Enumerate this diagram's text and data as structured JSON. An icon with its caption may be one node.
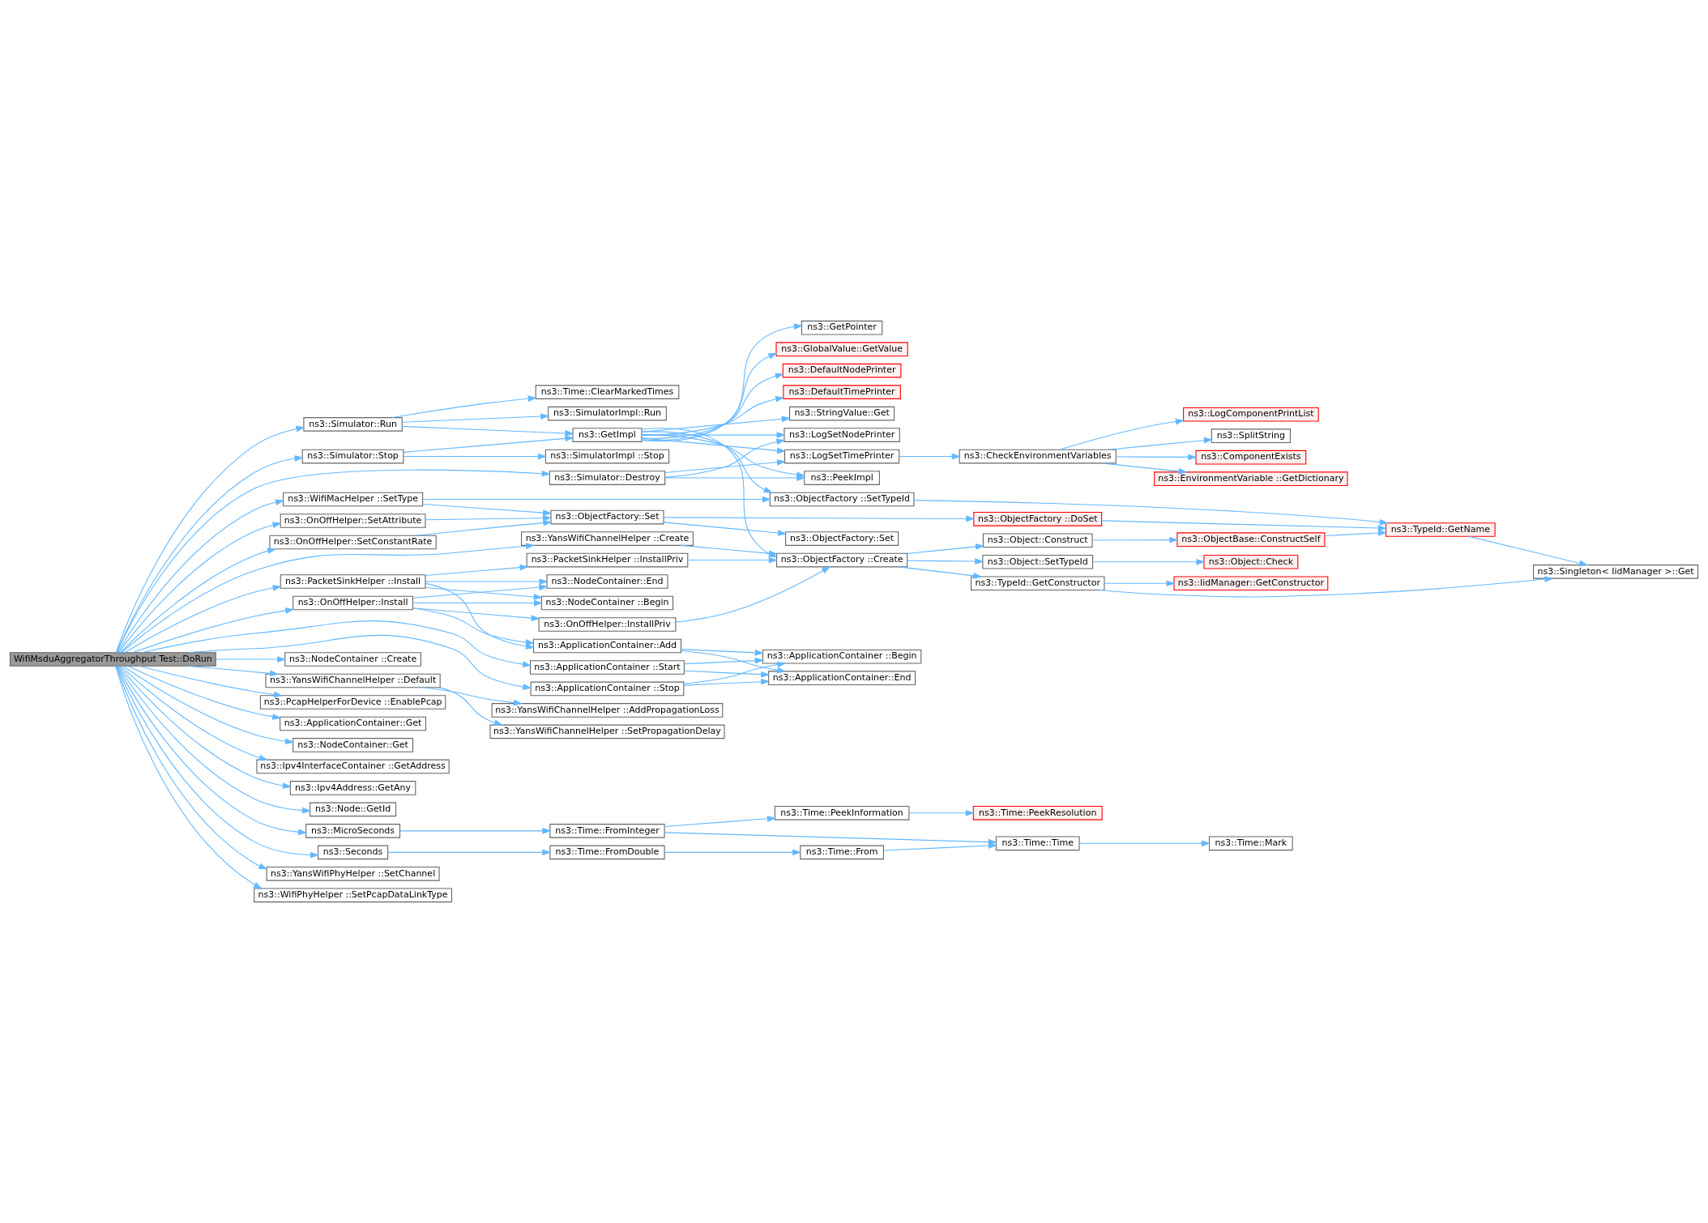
{
  "diagram": {
    "nodes": [
      {
        "text": [
          "WifiMsduAggregatorThroughput Test::DoRun"
        ]
      },
      {
        "text": [
          "ns3::Simulator::Run"
        ]
      },
      {
        "text": [
          "ns3::SimulatorImpl::Run"
        ]
      },
      {
        "text": [
          "ns3::Time::ClearMarkedTimes"
        ]
      },
      {
        "text": [
          "ns3::GetImpl"
        ]
      },
      {
        "text": [
          "ns3::GlobalValue::GetValue"
        ]
      },
      {
        "text": [
          "ns3::DefaultNodePrinter"
        ]
      },
      {
        "text": [
          "ns3::DefaultTimePrinter"
        ]
      },
      {
        "text": [
          "ns3::StringValue::Get"
        ]
      },
      {
        "text": [
          "ns3::GetPointer"
        ]
      },
      {
        "text": [
          "ns3::LogSetNodePrinter"
        ]
      },
      {
        "text": [
          "ns3::LogSetTimePrinter"
        ]
      },
      {
        "text": [
          "ns3::CheckEnvironmentVariables"
        ]
      },
      {
        "text": [
          "ns3::SplitString"
        ]
      },
      {
        "text": [
          "ns3::ComponentExists"
        ]
      },
      {
        "text": [
          "ns3::EnvironmentVariable ::GetDictionary"
        ]
      },
      {
        "text": [
          "ns3::LogComponentPrintList"
        ]
      },
      {
        "text": [
          "ns3::PeekImpl"
        ]
      },
      {
        "text": [
          "ns3::ObjectFactory ::SetTypeId"
        ]
      },
      {
        "text": [
          "ns3::TypeId::GetName"
        ]
      },
      {
        "text": [
          "ns3::Singleton< IidManager >::Get"
        ]
      },
      {
        "text": [
          "ns3::ObjectFactory ::Create"
        ]
      },
      {
        "text": [
          "ns3::Object::Construct"
        ]
      },
      {
        "text": [
          "ns3::ObjectBase::ConstructSelf"
        ]
      },
      {
        "text": [
          "ns3::Object::SetTypeId"
        ]
      },
      {
        "text": [
          "ns3::Object::Check"
        ]
      },
      {
        "text": [
          "ns3::TypeId::GetConstructor"
        ]
      },
      {
        "text": [
          "ns3::IidManager::GetConstructor"
        ]
      },
      {
        "text": [
          "ns3::Simulator::Stop"
        ]
      },
      {
        "text": [
          "ns3::SimulatorImpl ::Stop"
        ]
      },
      {
        "text": [
          "ns3::Simulator::Destroy"
        ]
      },
      {
        "text": [
          "ns3::WifiMacHelper ::SetType"
        ]
      },
      {
        "text": [
          "ns3::ObjectFactory::Set"
        ]
      },
      {
        "text": [
          "ns3::ObjectFactory ::DoSet"
        ]
      },
      {
        "text": [
          "ns3::ObjectFactory::Set"
        ]
      },
      {
        "text": [
          "ns3::OnOffHelper::SetConstantRate"
        ]
      },
      {
        "text": [
          "ns3::OnOffHelper::SetAttribute"
        ]
      },
      {
        "text": [
          "ns3::YansWifiChannelHelper ::Create"
        ]
      },
      {
        "text": [
          "ns3::OnOffHelper::Install"
        ]
      },
      {
        "text": [
          "ns3::OnOffHelper::InstallPriv"
        ]
      },
      {
        "text": [
          "ns3::NodeContainer ::Begin"
        ]
      },
      {
        "text": [
          "ns3::NodeContainer::End"
        ]
      },
      {
        "text": [
          "ns3::ApplicationContainer::Add"
        ]
      },
      {
        "text": [
          "ns3::ApplicationContainer ::Begin"
        ]
      },
      {
        "text": [
          "ns3::ApplicationContainer::End"
        ]
      },
      {
        "text": [
          "ns3::PacketSinkHelper ::Install"
        ]
      },
      {
        "text": [
          "ns3::PacketSinkHelper ::InstallPriv"
        ]
      },
      {
        "text": [
          "ns3::ApplicationContainer ::Stop"
        ]
      },
      {
        "text": [
          "ns3::ApplicationContainer ::Start"
        ]
      },
      {
        "text": [
          "ns3::NodeContainer ::Create"
        ]
      },
      {
        "text": [
          "ns3::YansWifiChannelHelper ::Default"
        ]
      },
      {
        "text": [
          "ns3::YansWifiChannelHelper ::SetPropagationDelay"
        ]
      },
      {
        "text": [
          "ns3::YansWifiChannelHelper ::AddPropagationLoss"
        ]
      },
      {
        "text": [
          "ns3::PcapHelperForDevice ::EnablePcap"
        ]
      },
      {
        "text": [
          "ns3::ApplicationContainer::Get"
        ]
      },
      {
        "text": [
          "ns3::NodeContainer::Get"
        ]
      },
      {
        "text": [
          "ns3::Ipv4InterfaceContainer ::GetAddress"
        ]
      },
      {
        "text": [
          "ns3::Ipv4Address::GetAny"
        ]
      },
      {
        "text": [
          "ns3::Node::GetId"
        ]
      },
      {
        "text": [
          "ns3::Seconds"
        ]
      },
      {
        "text": [
          "ns3::Time::FromDouble"
        ]
      },
      {
        "text": [
          "ns3::Time::From"
        ]
      },
      {
        "text": [
          "ns3::Time::Time"
        ]
      },
      {
        "text": [
          "ns3::Time::Mark"
        ]
      },
      {
        "text": [
          "ns3::MicroSeconds"
        ]
      },
      {
        "text": [
          "ns3::Time::FromInteger"
        ]
      },
      {
        "text": [
          "ns3::Time::PeekInformation"
        ]
      },
      {
        "text": [
          "ns3::Time::PeekResolution"
        ]
      },
      {
        "text": [
          "ns3::YansWifiPhyHelper ::SetChannel"
        ]
      },
      {
        "text": [
          "ns3::WifiPhyHelper ::SetPcapDataLinkType"
        ]
      }
    ],
    "edges": [
      {
        "from": 0,
        "to": 1,
        "arrow": "to"
      },
      {
        "from": 0,
        "to": 28,
        "arrow": "to"
      },
      {
        "from": 0,
        "to": 30,
        "arrow": "to"
      },
      {
        "from": 0,
        "to": 31,
        "arrow": "to"
      },
      {
        "from": 0,
        "to": 35,
        "arrow": "to"
      },
      {
        "from": 0,
        "to": 36,
        "arrow": "to"
      },
      {
        "from": 0,
        "to": 37,
        "arrow": "to"
      },
      {
        "from": 0,
        "to": 38,
        "arrow": "to"
      },
      {
        "from": 0,
        "to": 45,
        "arrow": "to"
      },
      {
        "from": 0,
        "to": 47,
        "arrow": "to"
      },
      {
        "from": 0,
        "to": 48,
        "arrow": "to"
      },
      {
        "from": 0,
        "to": 49,
        "arrow": "to"
      },
      {
        "from": 0,
        "to": 50,
        "arrow": "to"
      },
      {
        "from": 0,
        "to": 53,
        "arrow": "to"
      },
      {
        "from": 0,
        "to": 54,
        "arrow": "to"
      },
      {
        "from": 0,
        "to": 55,
        "arrow": "to"
      },
      {
        "from": 0,
        "to": 56,
        "arrow": "to"
      },
      {
        "from": 0,
        "to": 57,
        "arrow": "to"
      },
      {
        "from": 0,
        "to": 58,
        "arrow": "to"
      },
      {
        "from": 0,
        "to": 59,
        "arrow": "to"
      },
      {
        "from": 0,
        "to": 64,
        "arrow": "to"
      },
      {
        "from": 0,
        "to": 68,
        "arrow": "to"
      },
      {
        "from": 0,
        "to": 69,
        "arrow": "to"
      },
      {
        "from": 1,
        "to": 2,
        "arrow": "to"
      },
      {
        "from": 1,
        "to": 3,
        "arrow": "to"
      },
      {
        "from": 1,
        "to": 4,
        "arrow": "to"
      },
      {
        "from": 4,
        "to": 5,
        "arrow": "to"
      },
      {
        "from": 4,
        "to": 6,
        "arrow": "to"
      },
      {
        "from": 4,
        "to": 7,
        "arrow": "to"
      },
      {
        "from": 4,
        "to": 8,
        "arrow": "to"
      },
      {
        "from": 4,
        "to": 9,
        "arrow": "to"
      },
      {
        "from": 4,
        "to": 10,
        "arrow": "to"
      },
      {
        "from": 4,
        "to": 11,
        "arrow": "to"
      },
      {
        "from": 4,
        "to": 17,
        "arrow": "to"
      },
      {
        "from": 4,
        "to": 18,
        "arrow": "to"
      },
      {
        "from": 4,
        "to": 21,
        "arrow": "to"
      },
      {
        "from": 11,
        "to": 12,
        "arrow": "to"
      },
      {
        "from": 12,
        "to": 13,
        "arrow": "to"
      },
      {
        "from": 12,
        "to": 14,
        "arrow": "to"
      },
      {
        "from": 12,
        "to": 15,
        "arrow": "to"
      },
      {
        "from": 12,
        "to": 16,
        "arrow": "to"
      },
      {
        "from": 18,
        "to": 19,
        "arrow": "to"
      },
      {
        "from": 19,
        "to": 20,
        "arrow": "to"
      },
      {
        "from": 21,
        "to": 22,
        "arrow": "to"
      },
      {
        "from": 21,
        "to": 24,
        "arrow": "to"
      },
      {
        "from": 21,
        "to": 26,
        "arrow": "to"
      },
      {
        "from": 22,
        "to": 23,
        "arrow": "to"
      },
      {
        "from": 23,
        "to": 19,
        "arrow": "to"
      },
      {
        "from": 24,
        "to": 25,
        "arrow": "to"
      },
      {
        "from": 26,
        "to": 27,
        "arrow": "to"
      },
      {
        "from": 26,
        "to": 20,
        "arrow": "to"
      },
      {
        "from": 28,
        "to": 4,
        "arrow": "to"
      },
      {
        "from": 28,
        "to": 29,
        "arrow": "to"
      },
      {
        "from": 30,
        "to": 10,
        "arrow": "to"
      },
      {
        "from": 30,
        "to": 11,
        "arrow": "to"
      },
      {
        "from": 30,
        "to": 17,
        "arrow": "to"
      },
      {
        "from": 31,
        "to": 18,
        "arrow": "to"
      },
      {
        "from": 31,
        "to": 32,
        "arrow": "to"
      },
      {
        "from": 32,
        "to": 33,
        "arrow": "to"
      },
      {
        "from": 32,
        "to": 34,
        "arrow": "to"
      },
      {
        "from": 33,
        "to": 19,
        "arrow": "to"
      },
      {
        "from": 35,
        "to": 32,
        "arrow": "to"
      },
      {
        "from": 36,
        "to": 32,
        "arrow": "to"
      },
      {
        "from": 37,
        "to": 21,
        "arrow": "to"
      },
      {
        "from": 38,
        "to": 39,
        "arrow": "to"
      },
      {
        "from": 38,
        "to": 40,
        "arrow": "to"
      },
      {
        "from": 38,
        "to": 41,
        "arrow": "to"
      },
      {
        "from": 38,
        "to": 42,
        "arrow": "to"
      },
      {
        "from": 39,
        "to": 21,
        "arrow": "to"
      },
      {
        "from": 42,
        "to": 43,
        "arrow": "to"
      },
      {
        "from": 42,
        "to": 44,
        "arrow": "to"
      },
      {
        "from": 45,
        "to": 40,
        "arrow": "to"
      },
      {
        "from": 45,
        "to": 41,
        "arrow": "to"
      },
      {
        "from": 45,
        "to": 46,
        "arrow": "to"
      },
      {
        "from": 45,
        "to": 42,
        "arrow": "to"
      },
      {
        "from": 46,
        "to": 21,
        "arrow": "to"
      },
      {
        "from": 47,
        "to": 43,
        "arrow": "to"
      },
      {
        "from": 47,
        "to": 44,
        "arrow": "to"
      },
      {
        "from": 48,
        "to": 43,
        "arrow": "to"
      },
      {
        "from": 48,
        "to": 44,
        "arrow": "to"
      },
      {
        "from": 50,
        "to": 51,
        "arrow": "to"
      },
      {
        "from": 50,
        "to": 52,
        "arrow": "to"
      },
      {
        "from": 59,
        "to": 60,
        "arrow": "to"
      },
      {
        "from": 60,
        "to": 61,
        "arrow": "to"
      },
      {
        "from": 61,
        "to": 62,
        "arrow": "to"
      },
      {
        "from": 62,
        "to": 63,
        "arrow": "to"
      },
      {
        "from": 64,
        "to": 65,
        "arrow": "to"
      },
      {
        "from": 65,
        "to": 62,
        "arrow": "to"
      },
      {
        "from": 65,
        "to": 66,
        "arrow": "to"
      },
      {
        "from": 66,
        "to": 67,
        "arrow": "to"
      }
    ]
  }
}
